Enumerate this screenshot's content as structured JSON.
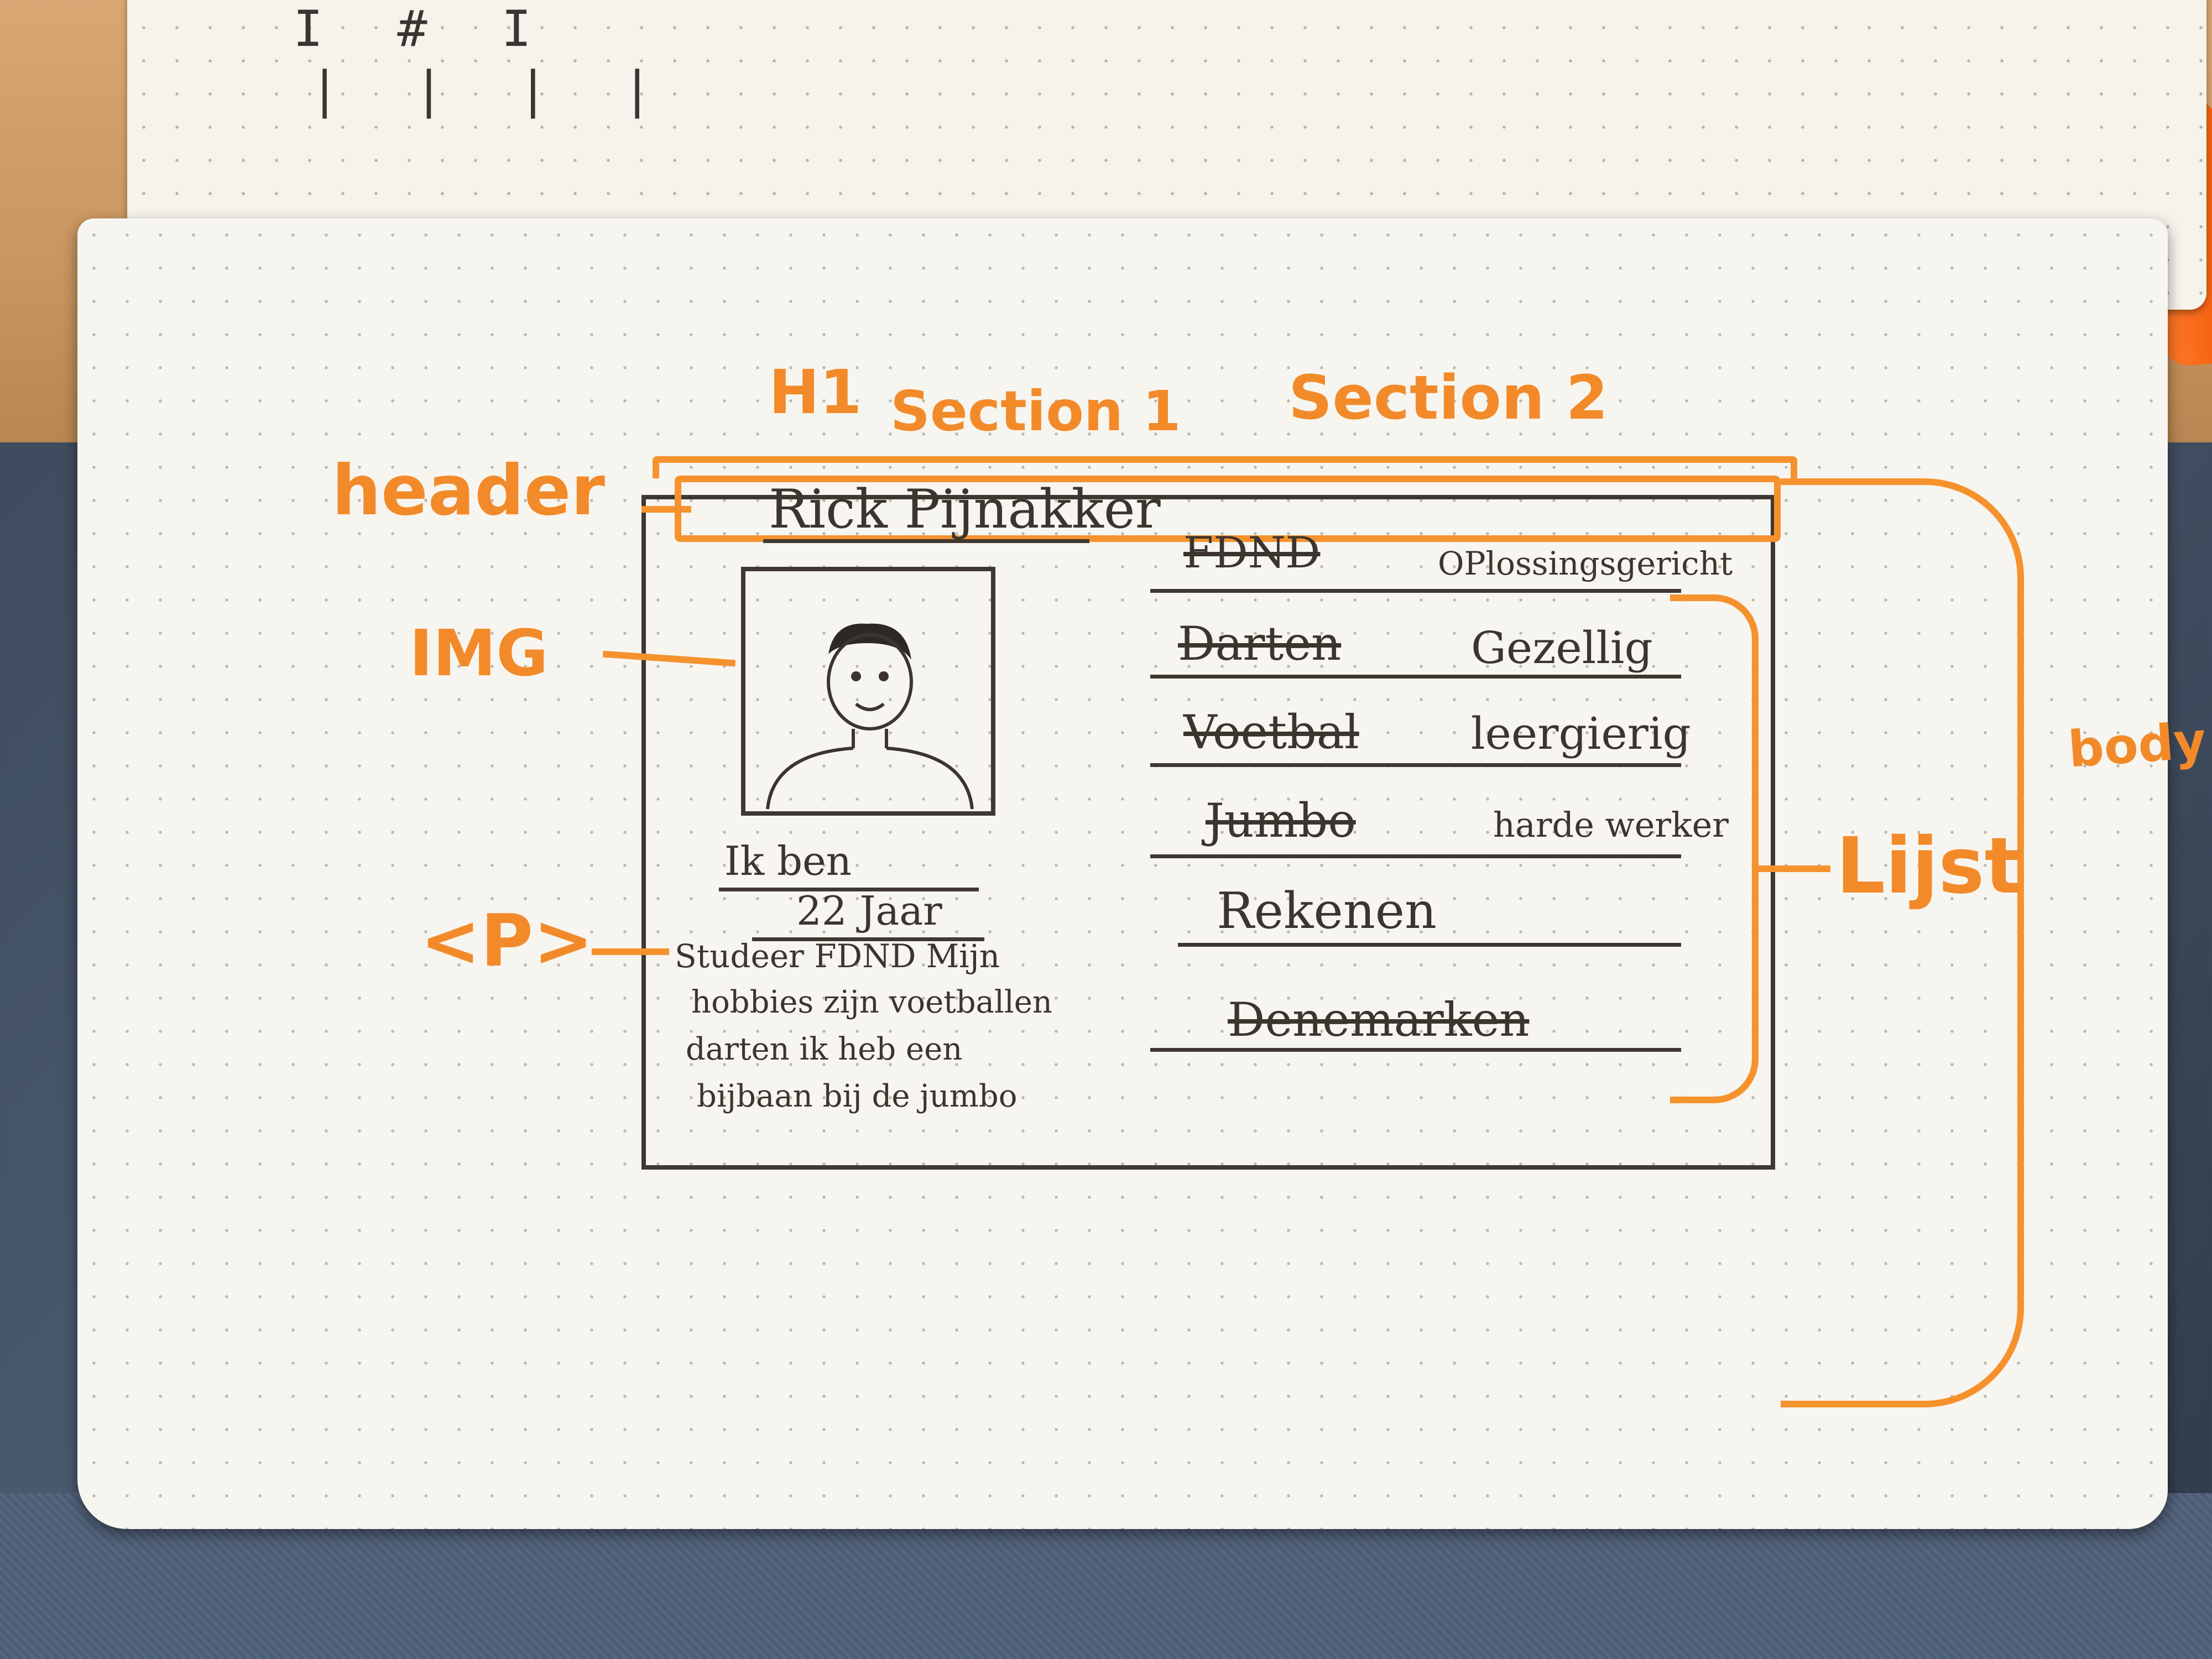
{
  "sketch": {
    "scribbles": "I # I",
    "annotations": {
      "h1": "H1",
      "section1": "Section 1",
      "section2": "Section 2",
      "header": "header",
      "img": "IMG",
      "p": "<P>",
      "list": "Lijst",
      "body": "body"
    },
    "header_title": "Rick Pijnakker",
    "paragraph_lines": [
      "Ik ben",
      "22 Jaar",
      "Studeer FDND Mijn",
      "hobbies zijn voetballen",
      "darten ik heb een",
      "bijbaan bij de jumbo"
    ],
    "list_items": [
      {
        "crossed": "FDND",
        "text": "OPlossingsgericht"
      },
      {
        "crossed": "Darten",
        "text": "Gezellig"
      },
      {
        "crossed": "Voetbal",
        "text": "leergierig"
      },
      {
        "crossed": "Jumbo",
        "text": "harde werker"
      },
      {
        "crossed": "",
        "text": "Rekenen"
      },
      {
        "crossed": "Denemarken",
        "text": ""
      }
    ]
  },
  "colors": {
    "ink": "#3c342e",
    "highlighter": "#f28a2a"
  }
}
